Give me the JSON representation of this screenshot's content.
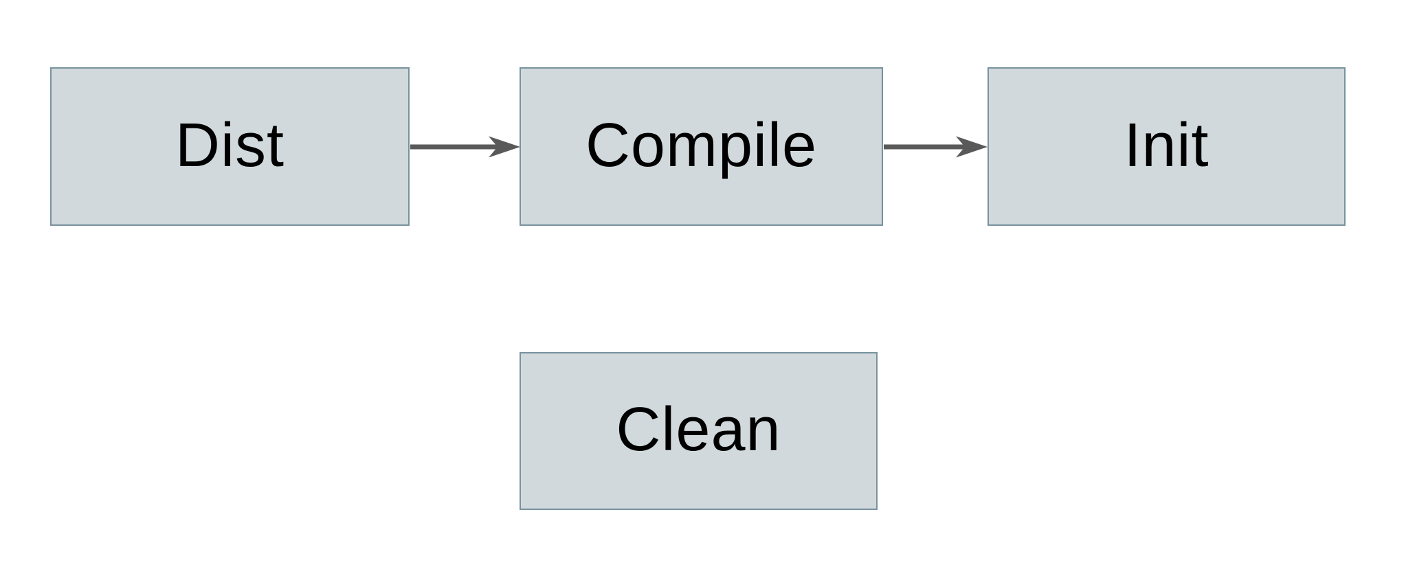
{
  "diagram": {
    "title": "build-targets-flowchart",
    "nodes": [
      {
        "id": "dist",
        "label": "Dist"
      },
      {
        "id": "compile",
        "label": "Compile"
      },
      {
        "id": "init",
        "label": "Init"
      },
      {
        "id": "clean",
        "label": "Clean"
      }
    ],
    "edges": [
      {
        "from": "Dist",
        "to": "Compile",
        "direction": "right"
      },
      {
        "from": "Compile",
        "to": "Init",
        "direction": "right"
      }
    ],
    "colors": {
      "background": "#ffffff",
      "node_fill": "#d1d9dc",
      "node_border": "#78929e",
      "arrow": "#595959",
      "text": "#000000"
    }
  }
}
